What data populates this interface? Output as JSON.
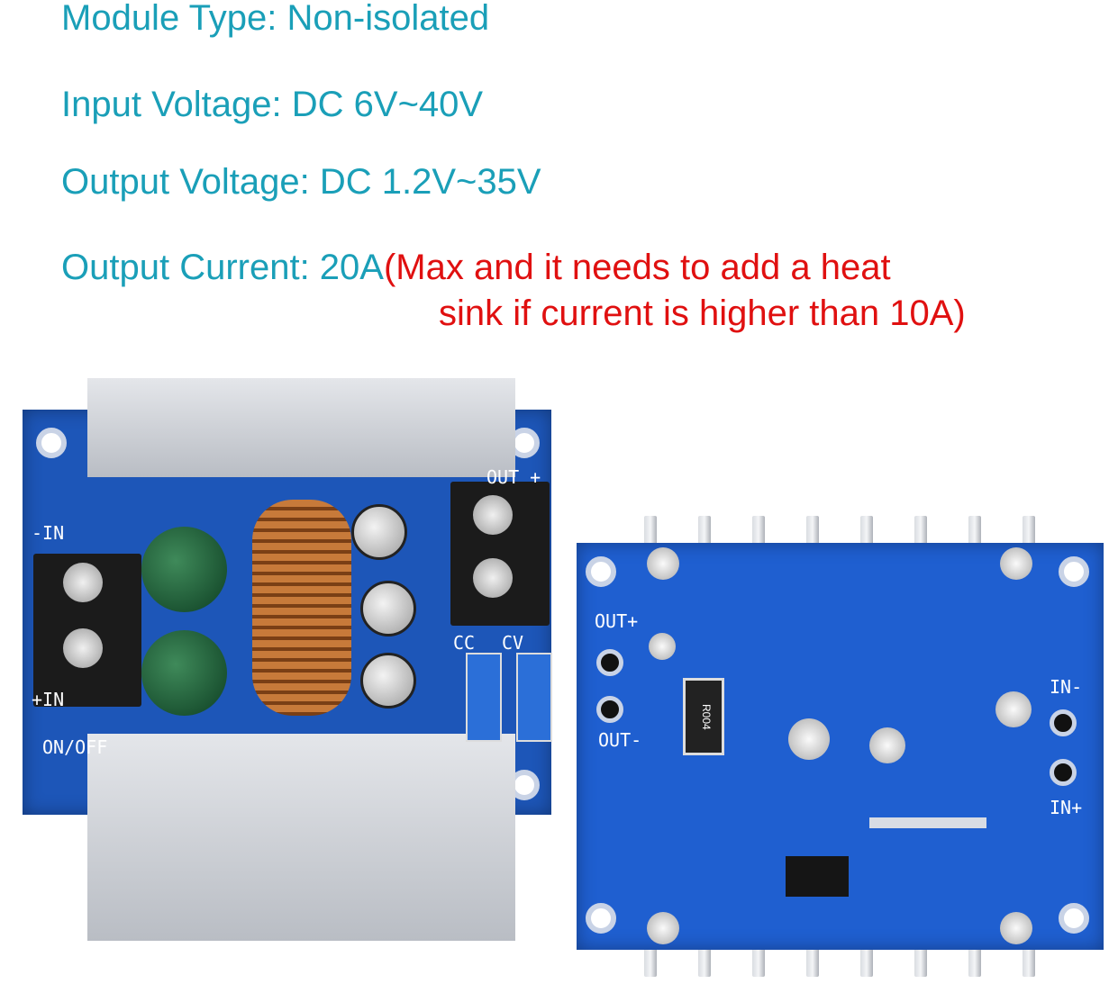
{
  "specs": {
    "module_type": "Module Type: Non-isolated",
    "input_voltage": "Input Voltage: DC 6V~40V",
    "output_voltage": "Output Voltage: DC 1.2V~35V",
    "output_current": "Output Current: 20A",
    "output_current_note_line1": "(Max and it needs to add a heat",
    "output_current_note_line2": "sink if current is higher than 10A)"
  },
  "front_board": {
    "labels": {
      "out": "OUT +",
      "in_neg": "-IN",
      "in_pos": "+IN",
      "on_off": "ON/OFF",
      "cc": "CC",
      "cv": "CV"
    }
  },
  "back_board": {
    "labels": {
      "out_pos": "OUT+",
      "out_neg": "OUT-",
      "in_neg": "IN-",
      "in_pos": "IN+",
      "resistor": "R004"
    }
  },
  "colors": {
    "spec_text": "#1a9fb8",
    "note_text": "#e01010",
    "pcb": "#1d56b8"
  }
}
